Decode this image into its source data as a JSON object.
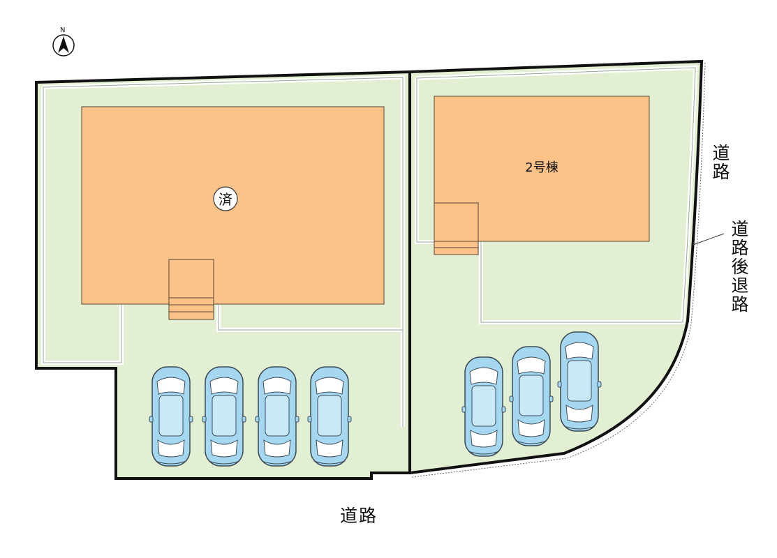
{
  "compass": {
    "letter": "N",
    "icon": "north-arrow-icon"
  },
  "buildings": {
    "lot1": {
      "marker": "済"
    },
    "lot2": {
      "label": "2号棟"
    }
  },
  "roads": {
    "south": "道路",
    "east": "道路",
    "east_setback": "道路後退路"
  },
  "parking": {
    "lot1_cars": 4,
    "lot2_cars": 3,
    "car_icon": "car-icon"
  },
  "colors": {
    "lot": "#e2efd3",
    "building": "#fbc28a",
    "boundary": "#111111",
    "car_body": "#a6d7f1"
  }
}
